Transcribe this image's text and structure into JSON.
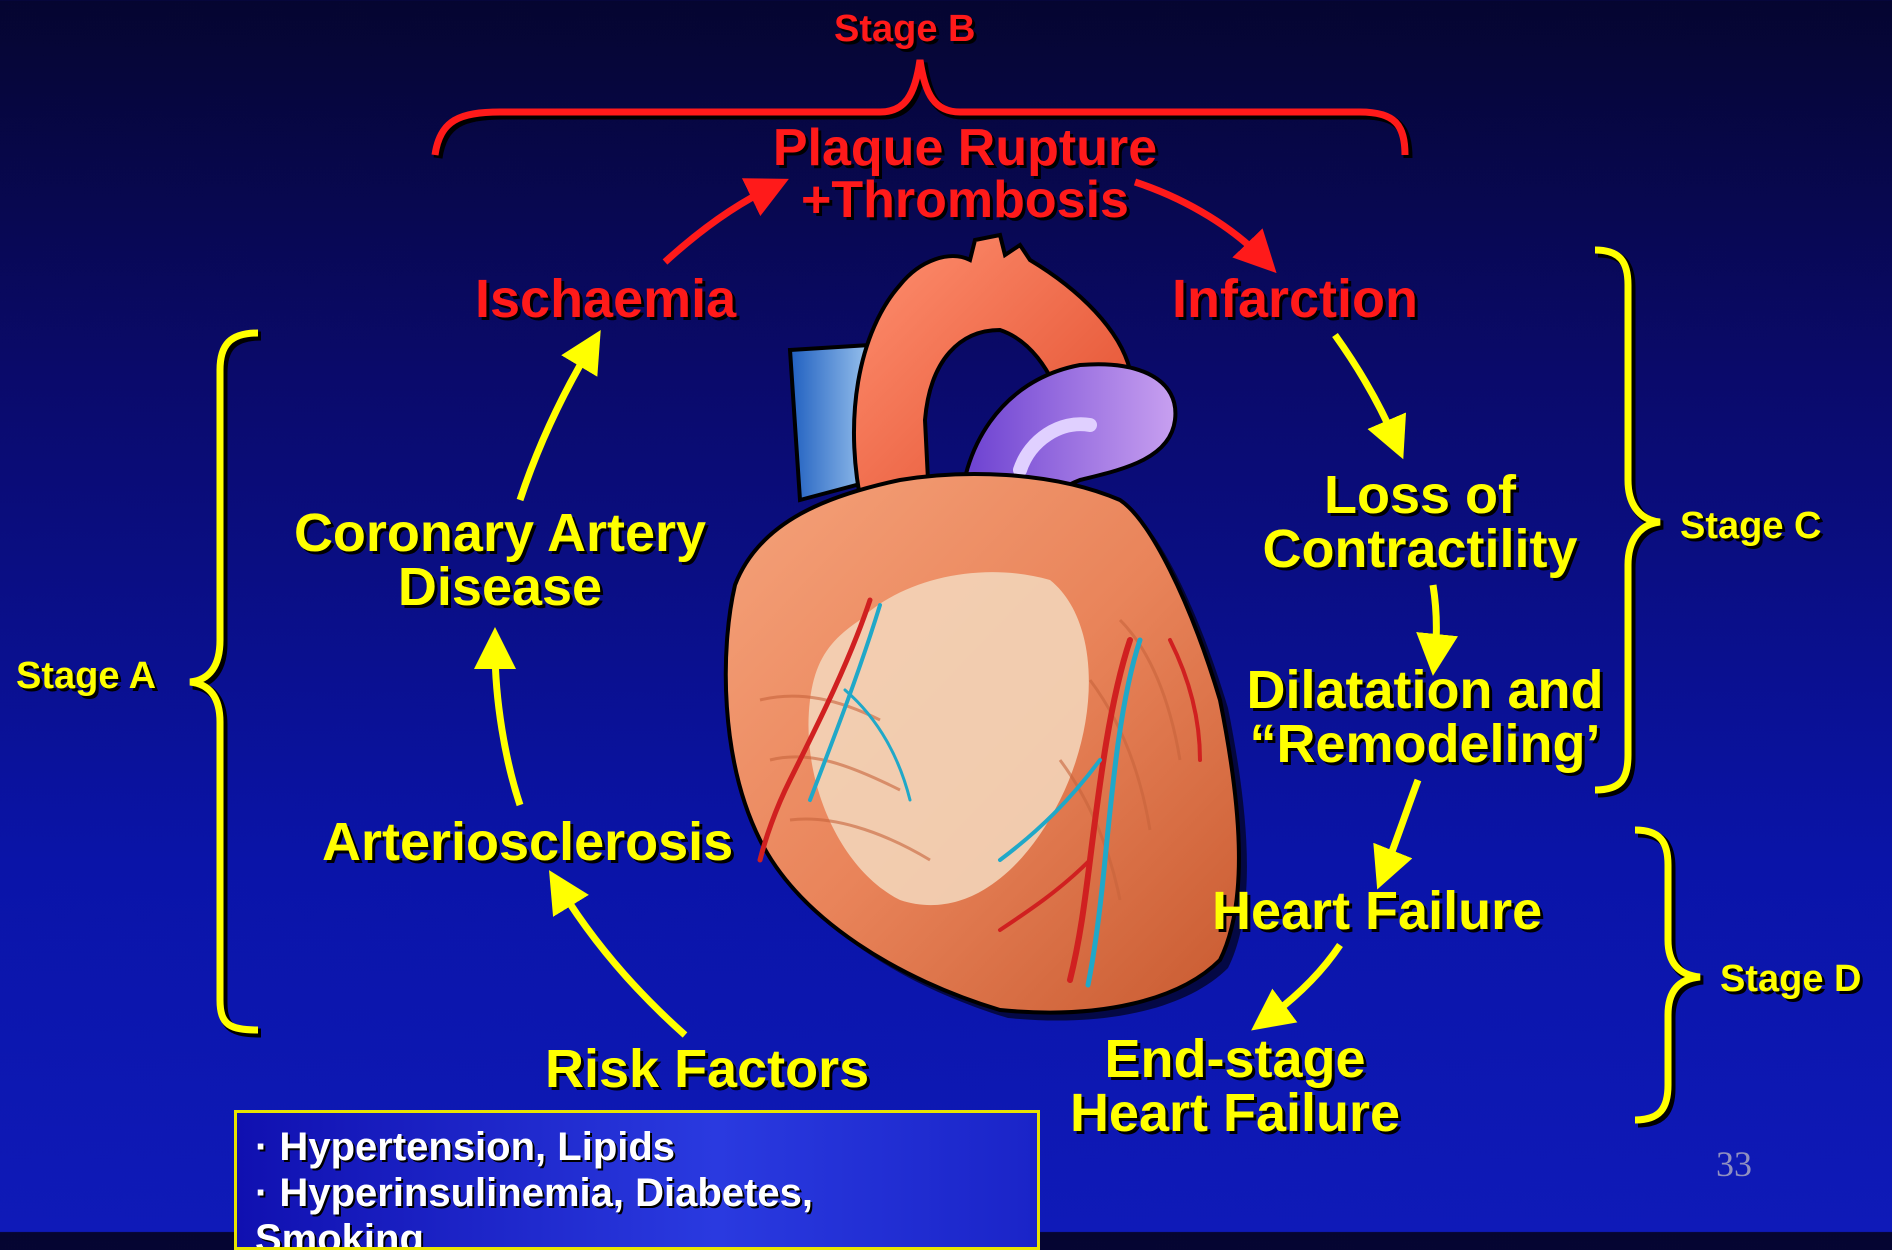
{
  "stages": {
    "a": "Stage A",
    "b": "Stage B",
    "c": "Stage C",
    "d": "Stage D"
  },
  "nodes": {
    "plaque_rupture_line1": "Plaque Rupture",
    "plaque_rupture_line2": "+Thrombosis",
    "ischaemia": "Ischaemia",
    "infarction": "Infarction",
    "coronary_line1": "Coronary Artery",
    "coronary_line2": "Disease",
    "loss_line1": "Loss of",
    "loss_line2": "Contractility",
    "dilatation_line1": "Dilatation and",
    "dilatation_line2": "“Remodeling’",
    "arteriosclerosis": "Arteriosclerosis",
    "heart_failure": "Heart Failure",
    "risk_factors": "Risk Factors",
    "end_stage_line1": "End-stage",
    "end_stage_line2": "Heart Failure"
  },
  "risk_list": {
    "item1": "· Hypertension, Lipids",
    "item2": "· Hyperinsulinemia, Diabetes,",
    "item3": "Smoking"
  },
  "page_number": "33",
  "colors": {
    "arrow_yellow": "#ffff00",
    "arrow_red": "#ff1a1a",
    "background": "#0a14a8"
  },
  "icons": {
    "heart": "heart-illustration"
  }
}
